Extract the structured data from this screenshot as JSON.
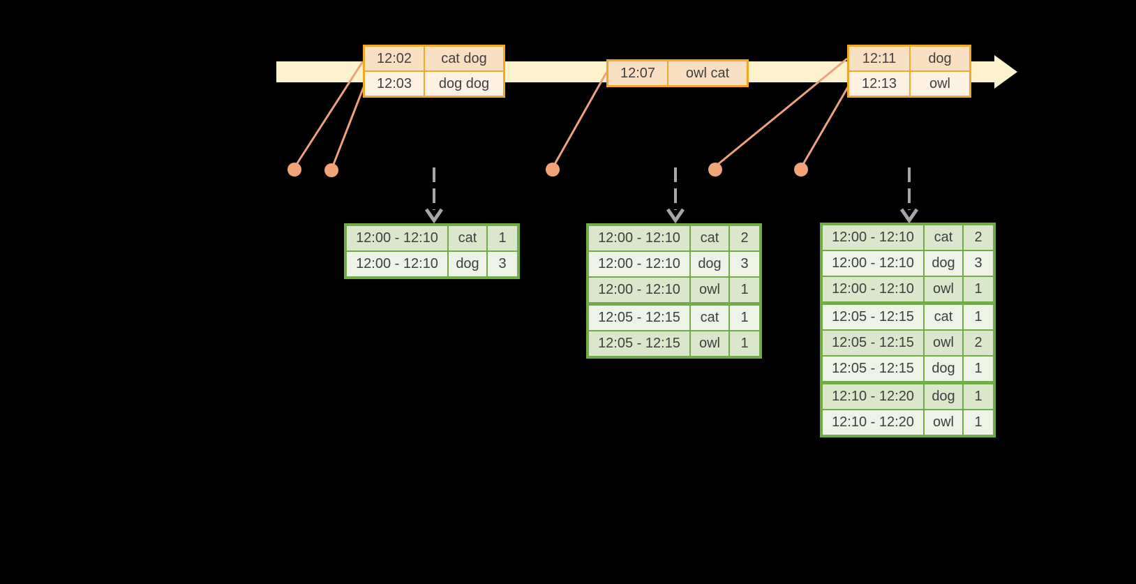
{
  "diagram": {
    "kind": "streaming-windowed-word-count-timeline",
    "visible_elements": [
      "timeline-arrow",
      "event-tables",
      "event-dots",
      "trigger-arrows",
      "result-tables"
    ]
  },
  "colors": {
    "background": "#000000",
    "timeline_band": "#FCF2CD",
    "event_table_border": "#F0A828",
    "event_row_dark": "#FAE0C3",
    "event_row_light": "#FDF2E4",
    "connector_line": "#EDA27B",
    "event_dot": "#F0A478",
    "trigger_arrow": "#A6A6A6",
    "result_table_border": "#70AD47",
    "result_row_dark": "#DAE7CD",
    "result_row_light": "#EEF3E8",
    "text": "#3F3F3F"
  },
  "timeline": {
    "event_tables": [
      {
        "rows": [
          {
            "time": "12:02",
            "words": "cat dog"
          },
          {
            "time": "12:03",
            "words": "dog dog"
          }
        ]
      },
      {
        "rows": [
          {
            "time": "12:07",
            "words": "owl cat"
          }
        ]
      },
      {
        "rows": [
          {
            "time": "12:11",
            "words": "dog"
          },
          {
            "time": "12:13",
            "words": "owl"
          }
        ]
      }
    ]
  },
  "result_tables": [
    {
      "rows": [
        {
          "window": "12:00 - 12:10",
          "word": "cat",
          "count": "1"
        },
        {
          "window": "12:00 - 12:10",
          "word": "dog",
          "count": "3"
        }
      ]
    },
    {
      "rows": [
        {
          "window": "12:00 - 12:10",
          "word": "cat",
          "count": "2"
        },
        {
          "window": "12:00 - 12:10",
          "word": "dog",
          "count": "3"
        },
        {
          "window": "12:00 - 12:10",
          "word": "owl",
          "count": "1"
        },
        {
          "window": "12:05 - 12:15",
          "word": "cat",
          "count": "1"
        },
        {
          "window": "12:05 - 12:15",
          "word": "owl",
          "count": "1"
        }
      ]
    },
    {
      "rows": [
        {
          "window": "12:00 - 12:10",
          "word": "cat",
          "count": "2"
        },
        {
          "window": "12:00 - 12:10",
          "word": "dog",
          "count": "3"
        },
        {
          "window": "12:00 - 12:10",
          "word": "owl",
          "count": "1"
        },
        {
          "window": "12:05 - 12:15",
          "word": "cat",
          "count": "1"
        },
        {
          "window": "12:05 - 12:15",
          "word": "owl",
          "count": "2"
        },
        {
          "window": "12:05 - 12:15",
          "word": "dog",
          "count": "1"
        },
        {
          "window": "12:10 - 12:20",
          "word": "dog",
          "count": "1"
        },
        {
          "window": "12:10 - 12:20",
          "word": "owl",
          "count": "1"
        }
      ]
    }
  ]
}
